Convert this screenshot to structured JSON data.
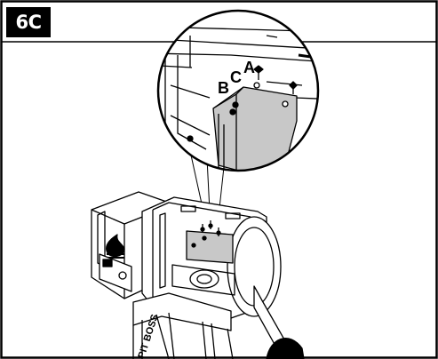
{
  "step": {
    "label": "6C"
  },
  "callouts": {
    "a": "A",
    "b": "B",
    "c": "C"
  },
  "brand": {
    "text": "PIT BOSS"
  },
  "colors": {
    "panel": "#c8c8c8",
    "line": "#000000",
    "background": "#ffffff"
  }
}
